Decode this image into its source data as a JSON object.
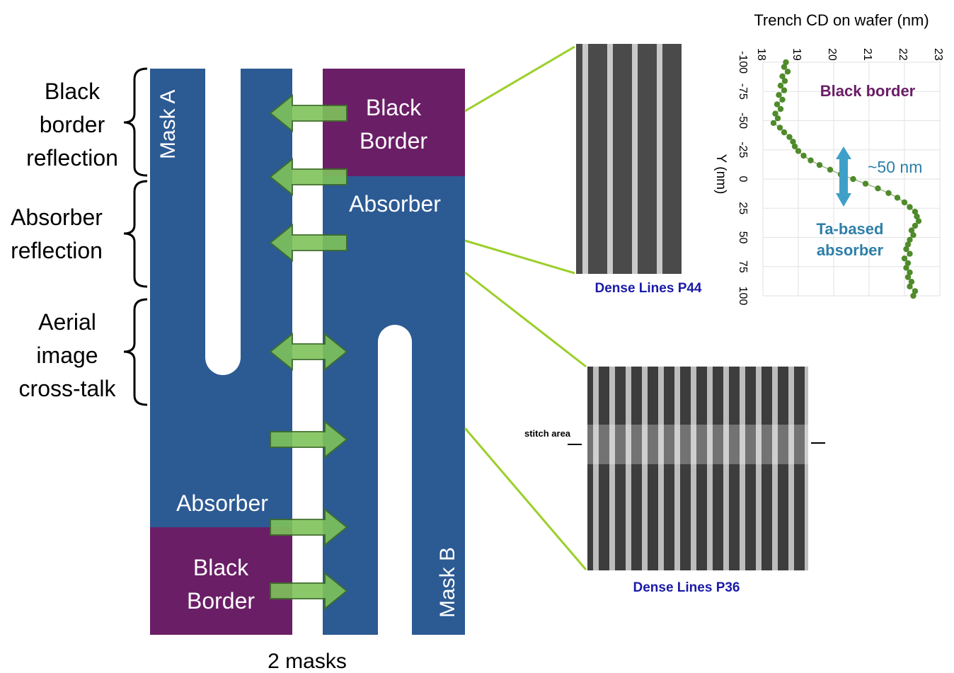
{
  "colors": {
    "mask_blue": "#2c5a93",
    "black_border_purple": "#6a1e66",
    "arrow_green": "#7fc35a",
    "arrow_stroke": "#3f6f2a",
    "leader_line": "#9bcf2a",
    "plot_dot": "#4f8a2b",
    "plot_purple_text": "#6a1e66",
    "plot_teal_text": "#2e7fa8",
    "double_arrow_blue": "#3ea0c8",
    "caption_blue": "#1a1aa8"
  },
  "labels": {
    "black_border_reflection": [
      "Black",
      "border",
      "reflection"
    ],
    "absorber_reflection": [
      "Absorber",
      "reflection"
    ],
    "aerial_crosstalk": [
      "Aerial",
      "image",
      "cross-talk"
    ],
    "mask_a": "Mask A",
    "mask_b": "Mask B",
    "black_border_top": [
      "Black",
      "Border"
    ],
    "absorber_top": "Absorber",
    "absorber_bottom": "Absorber",
    "black_border_bottom": [
      "Black",
      "Border"
    ],
    "footer": "2 masks"
  },
  "sem": {
    "p44_caption": "Dense Lines P44",
    "p36_caption": "Dense Lines P36",
    "stitch_label": "stitch area"
  },
  "chart_data": {
    "type": "scatter",
    "title": "Trench CD on wafer (nm)",
    "xlabel": "Trench CD on wafer (nm)",
    "ylabel": "Y (nm)",
    "xlim": [
      18,
      23
    ],
    "ylim": [
      -100,
      100
    ],
    "x_ticks": [
      "18",
      "19",
      "20",
      "21",
      "22",
      "23"
    ],
    "y_ticks": [
      "-100",
      "-75",
      "-50",
      "-25",
      "0",
      "25",
      "50",
      "75",
      "100"
    ],
    "grid": true,
    "annotations": {
      "black_border": "Black border",
      "delta": "~50 nm",
      "absorber": [
        "Ta-based",
        "absorber"
      ]
    },
    "points": [
      [
        18.65,
        -100
      ],
      [
        18.6,
        -96
      ],
      [
        18.7,
        -92
      ],
      [
        18.55,
        -88
      ],
      [
        18.62,
        -84
      ],
      [
        18.5,
        -80
      ],
      [
        18.6,
        -76
      ],
      [
        18.45,
        -72
      ],
      [
        18.55,
        -68
      ],
      [
        18.4,
        -64
      ],
      [
        18.5,
        -60
      ],
      [
        18.35,
        -56
      ],
      [
        18.42,
        -52
      ],
      [
        18.3,
        -48
      ],
      [
        18.48,
        -44
      ],
      [
        18.6,
        -40
      ],
      [
        18.75,
        -36
      ],
      [
        18.85,
        -32
      ],
      [
        18.9,
        -28
      ],
      [
        19.0,
        -24
      ],
      [
        19.15,
        -20
      ],
      [
        19.35,
        -16
      ],
      [
        19.6,
        -12
      ],
      [
        19.9,
        -8
      ],
      [
        20.2,
        -4
      ],
      [
        20.55,
        0
      ],
      [
        20.9,
        4
      ],
      [
        21.25,
        8
      ],
      [
        21.55,
        12
      ],
      [
        21.8,
        16
      ],
      [
        22.0,
        20
      ],
      [
        22.15,
        24
      ],
      [
        22.3,
        28
      ],
      [
        22.35,
        32
      ],
      [
        22.4,
        36
      ],
      [
        22.3,
        40
      ],
      [
        22.2,
        44
      ],
      [
        22.25,
        48
      ],
      [
        22.15,
        52
      ],
      [
        22.1,
        56
      ],
      [
        22.05,
        60
      ],
      [
        22.15,
        64
      ],
      [
        22.0,
        68
      ],
      [
        22.1,
        72
      ],
      [
        22.05,
        76
      ],
      [
        22.15,
        80
      ],
      [
        22.1,
        84
      ],
      [
        22.2,
        88
      ],
      [
        22.15,
        92
      ],
      [
        22.3,
        96
      ],
      [
        22.25,
        100
      ]
    ]
  }
}
